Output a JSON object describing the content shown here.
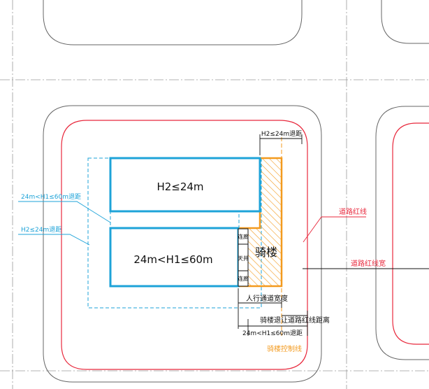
{
  "labels": {
    "h2_block": "H2≤24m",
    "h1_block": "24m<H1≤60m",
    "arcade": "骑楼",
    "corridor_top": "连廊",
    "corridor_bottom": "连廊",
    "courtyard": "天井",
    "h2_setback_top": "H2≤24m退距",
    "h1_setback_left": "24m<H1≤60m退距",
    "h2_setback_left": "H2≤24m退距",
    "road_red_line": "道路红线",
    "road_red_line_width": "道路红线宽",
    "pedestrian_width": "人行通道宽度",
    "arcade_setback": "骑楼退让道路红线距离",
    "h1_setback_bottom": "24m<H1≤60m退距",
    "arcade_control_line": "骑楼控制线"
  },
  "colors": {
    "red_line": "#e8283c",
    "cyan": "#1ea3d8",
    "orange": "#f39a1e",
    "black": "#111111",
    "gray": "#9a9a9a"
  }
}
